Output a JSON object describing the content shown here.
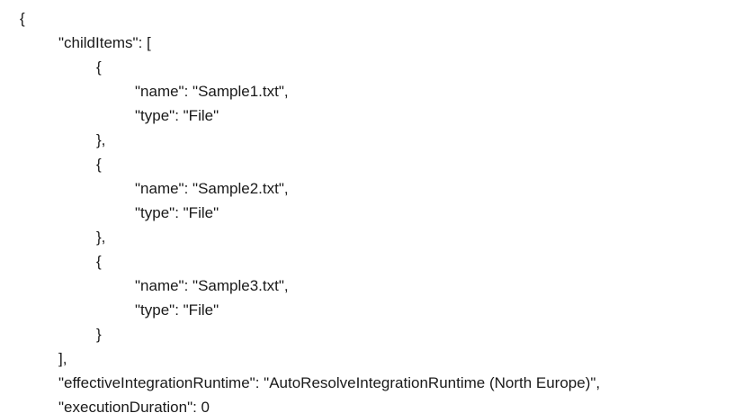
{
  "json_view": {
    "lines": [
      "{",
      "\"childItems\": [",
      "{",
      "\"name\": \"Sample1.txt\",",
      "\"type\": \"File\"",
      "},",
      "{",
      "\"name\": \"Sample2.txt\",",
      "\"type\": \"File\"",
      "},",
      "{",
      "\"name\": \"Sample3.txt\",",
      "\"type\": \"File\"",
      "}",
      "],",
      "\"effectiveIntegrationRuntime\": \"AutoResolveIntegrationRuntime (North Europe)\",",
      "\"executionDuration\": 0"
    ]
  }
}
